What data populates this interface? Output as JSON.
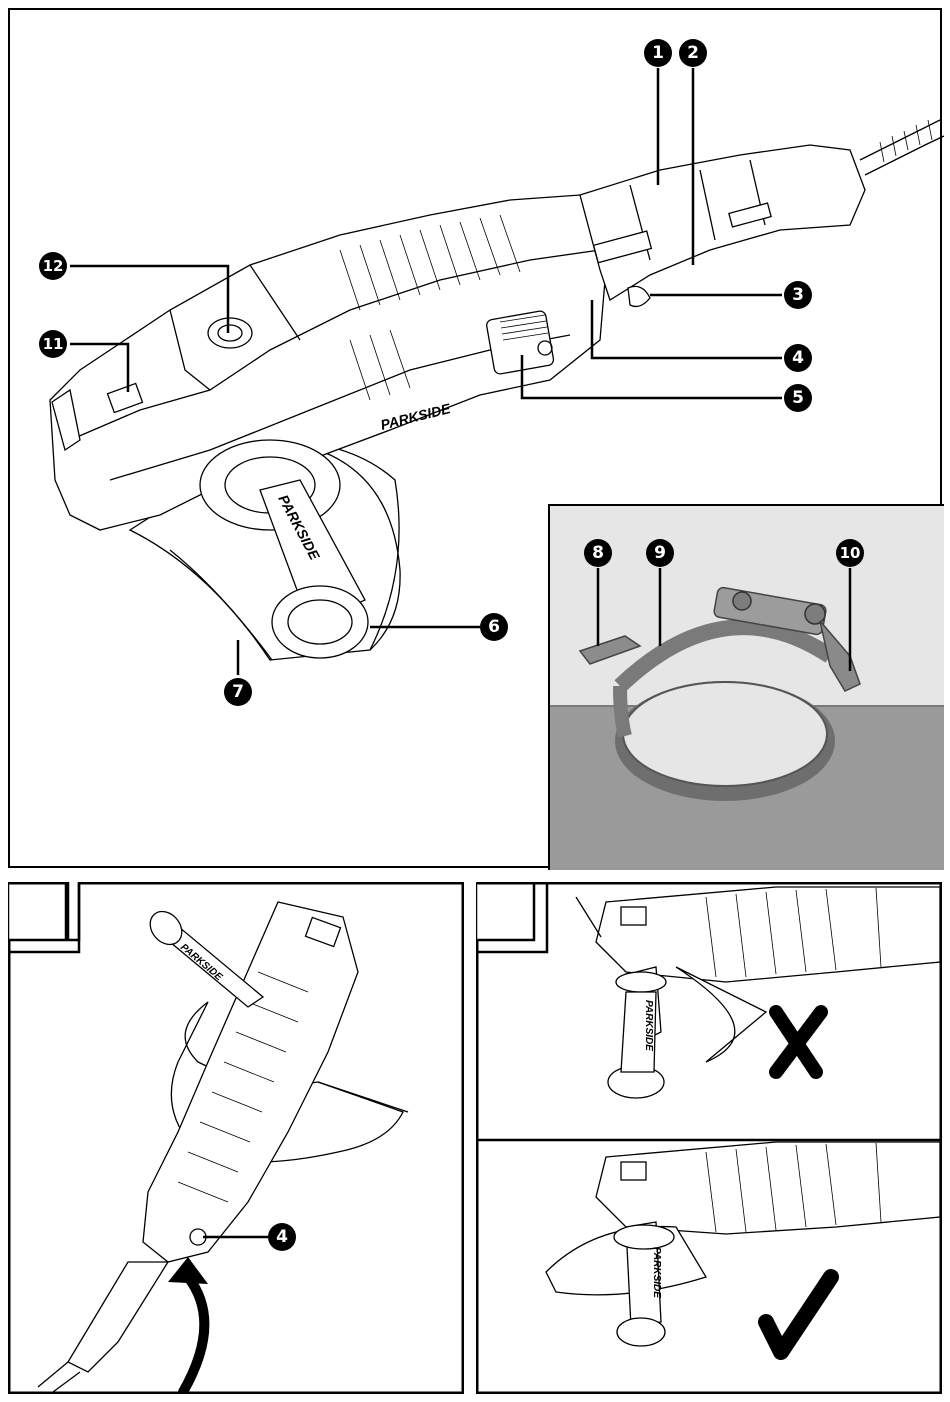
{
  "callouts": {
    "c1": "1",
    "c2": "2",
    "c3": "3",
    "c4": "4",
    "c5": "5",
    "c6": "6",
    "c7": "7",
    "c8": "8",
    "c9": "9",
    "c10": "10",
    "c11": "11",
    "c12": "12",
    "c4b": "4"
  },
  "brand": {
    "main_body": "PARKSIDE",
    "handle": "PARKSIDE",
    "fig2_handle": "PARKSIDE",
    "fig3_handle_top": "PARKSIDE",
    "fig3_handle_bottom": "PARKSIDE"
  },
  "marks": {
    "wrong": "cross-mark-icon",
    "right": "check-mark-icon"
  },
  "colors": {
    "ink": "#000000",
    "photo_bg": "#e6e6e6",
    "photo_table": "#9a9a9a",
    "clamp_metal": "#8c8c8c"
  }
}
